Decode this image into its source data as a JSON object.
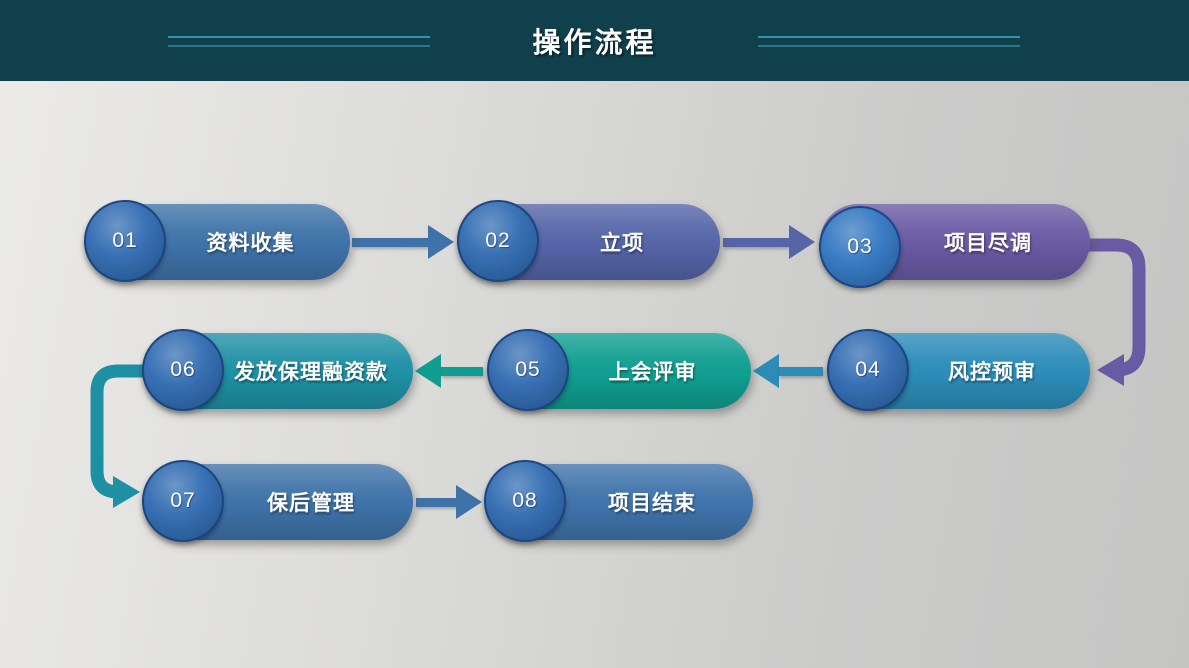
{
  "header": {
    "title": "操作流程",
    "bg_color": "#11404d",
    "line_color_top": "#3192ae",
    "line_color_bottom": "#27768e"
  },
  "steps": [
    {
      "num": "01",
      "label": "资料收集",
      "color": "#3e72a8",
      "badge_color": "#2c68b0"
    },
    {
      "num": "02",
      "label": "立项",
      "color": "#5464a7",
      "badge_color": "#2c68b0"
    },
    {
      "num": "03",
      "label": "项目尽调",
      "color": "#695aa4",
      "badge_color": "#2e74c0"
    },
    {
      "num": "04",
      "label": "风控预审",
      "color": "#2b8cb8",
      "badge_color": "#2c68b0"
    },
    {
      "num": "05",
      "label": "上会评审",
      "color": "#0f9e90",
      "badge_color": "#2c68b0"
    },
    {
      "num": "06",
      "label": "发放保理融资款",
      "color": "#1e90a4",
      "badge_color": "#2c68b0"
    },
    {
      "num": "07",
      "label": "保后管理",
      "color": "#3e72a8",
      "badge_color": "#2c68b0"
    },
    {
      "num": "08",
      "label": "项目结束",
      "color": "#3f73ab",
      "badge_color": "#2c68b0"
    }
  ],
  "connectors": {
    "a12_color": "#3e72a8",
    "a23_color": "#5565a8",
    "elbow34_color": "#695aa4",
    "a45_color": "#2b8cb8",
    "a56_color": "#0f9e90",
    "elbow67_color": "#1e90a4",
    "a78_color": "#3e72a8"
  }
}
